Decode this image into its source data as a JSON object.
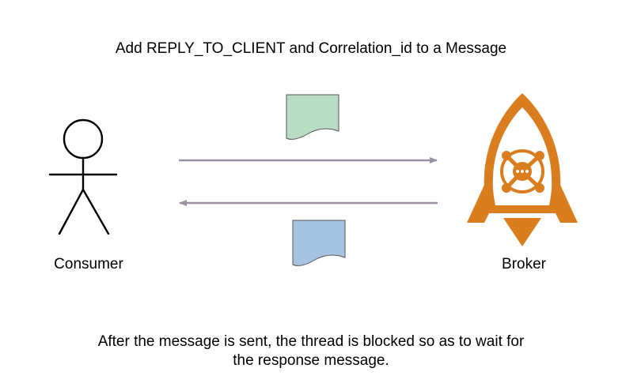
{
  "title": "Add REPLY_TO_CLIENT and Correlation_id to a Message",
  "consumer": {
    "label": "Consumer"
  },
  "broker": {
    "label": "Broker"
  },
  "caption": {
    "line1": "After the message is sent, the thread is blocked so as to wait for",
    "line2": "the response message."
  },
  "colors": {
    "arrow": "#9a8fa3",
    "request_doc": "#b8dcc4",
    "response_doc": "#a6c4e2",
    "doc_stroke": "#555555",
    "broker_orange": "#d97d1e",
    "figure_stroke": "#000000"
  },
  "icons": {
    "consumer": "stick-figure-icon",
    "broker": "rocket-broker-icon",
    "request": "document-icon",
    "response": "document-icon"
  }
}
